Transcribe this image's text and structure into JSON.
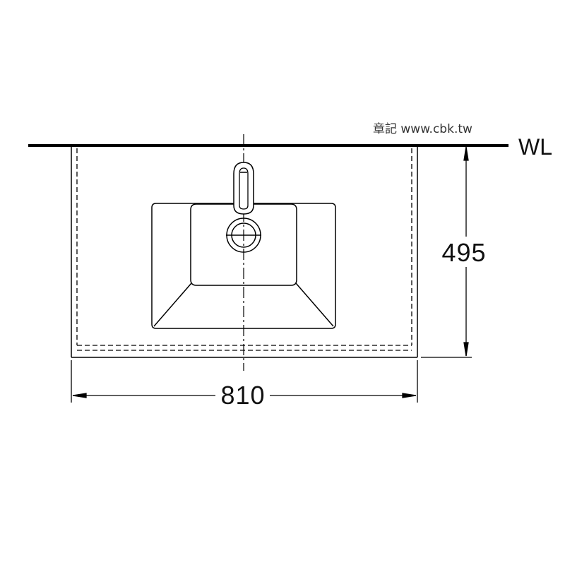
{
  "watermark": "章記 www.cbk.tw",
  "wall_line_label": "WL",
  "dimensions": {
    "width": "810",
    "depth": "495"
  },
  "colors": {
    "line": "#000000",
    "background": "#ffffff"
  },
  "icons": {
    "faucet": "faucet-icon",
    "drain": "drain-icon"
  }
}
